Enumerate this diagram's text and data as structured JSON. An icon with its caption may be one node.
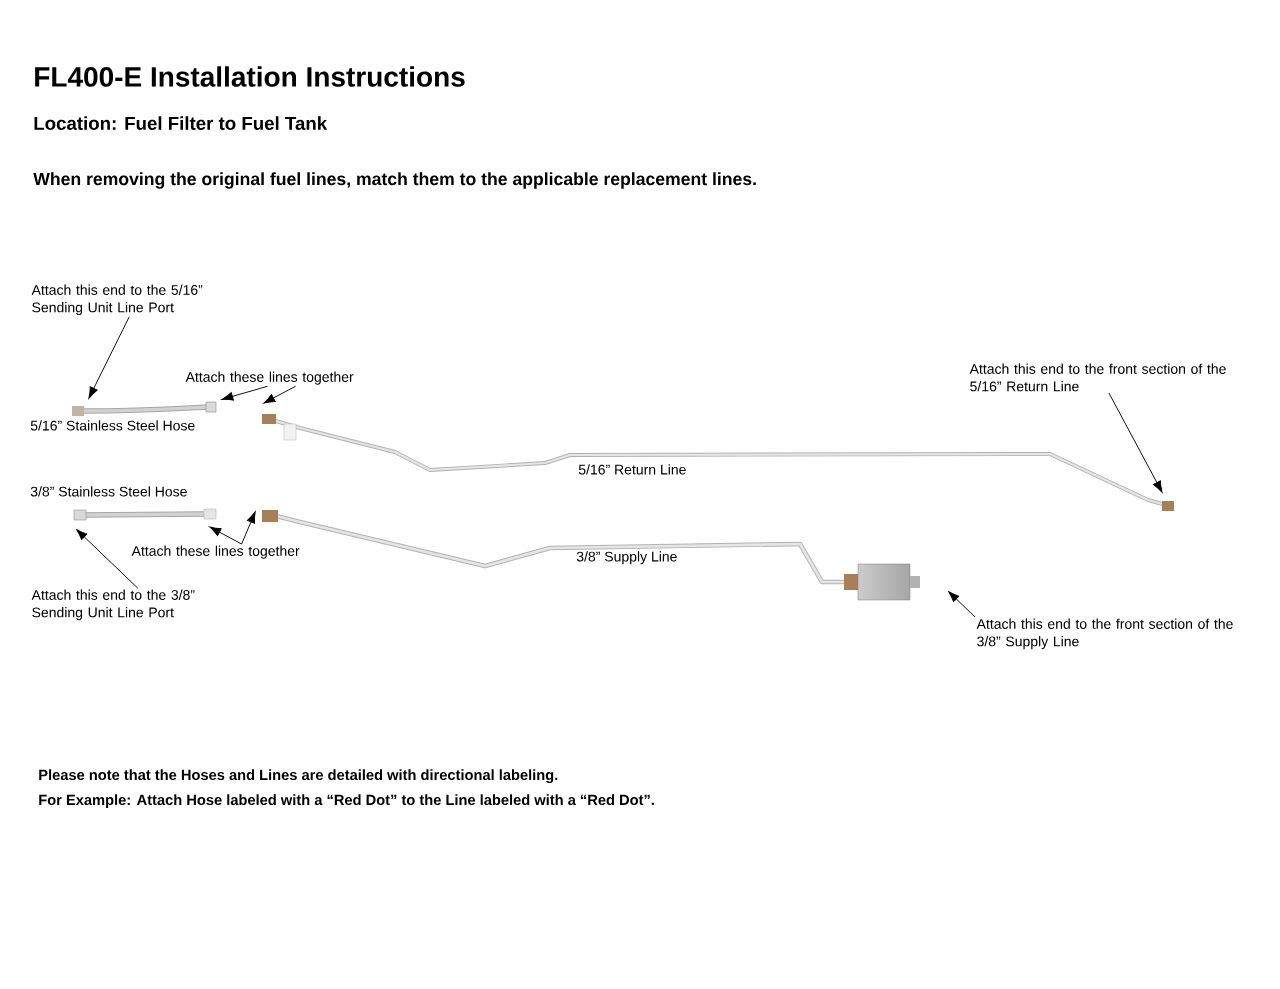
{
  "diagram": {
    "title": "FL400-E Installation Instructions",
    "nodes": [
      {
        "text": [
          "Attach this end to the 5/16” Sending Unit Line Port"
        ]
      },
      {
        "text": [
          "Attach this end to the front section of the 5/16” Return Line"
        ]
      },
      {
        "text": [
          "Attach these lines together"
        ]
      },
      {
        "text": [
          "Attach these lines together"
        ]
      },
      {
        "text": [
          "Attach this end to the 3/8” Sending Unit Line Port"
        ]
      },
      {
        "text": [
          "Attach this end to the front section of the 3/8” Supply Line"
        ]
      }
    ],
    "edges": [
      {
        "from": 0,
        "to": null,
        "arrow": "to"
      },
      {
        "from": 2,
        "to": null,
        "arrow": "to"
      },
      {
        "from": 2,
        "to": null,
        "arrow": "to"
      },
      {
        "from": 1,
        "to": null,
        "arrow": "to"
      },
      {
        "from": 3,
        "to": null,
        "arrow": "to"
      },
      {
        "from": 3,
        "to": null,
        "arrow": "to"
      },
      {
        "from": 4,
        "to": null,
        "arrow": "to"
      },
      {
        "from": 5,
        "to": null,
        "arrow": "to"
      }
    ],
    "labels": [
      "Location: Fuel Filter to Fuel Tank",
      "When removing the original fuel lines, match them to the applicable replacement lines.",
      "5/16” Stainless Steel Hose",
      "5/16” Return Line",
      "3/8” Stainless Steel Hose",
      "3/8” Supply Line",
      "Please note that the Hoses and Lines are detailed with directional labeling.",
      "For Example: Attach Hose labeled with a “Red Dot” to the Line labeled with a “Red Dot”."
    ]
  }
}
